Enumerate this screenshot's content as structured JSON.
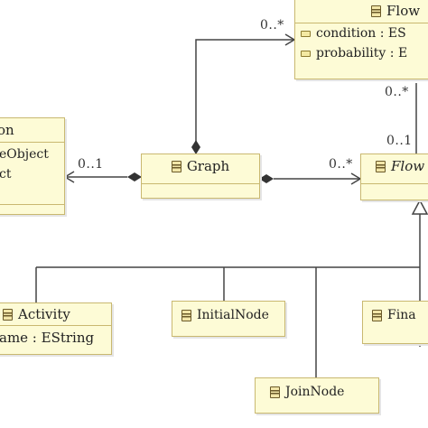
{
  "classes": {
    "flow": {
      "name": "Flow",
      "attrs": [
        "condition : ES",
        "probability : E"
      ]
    },
    "left_class": {
      "name": "on",
      "lines": [
        "eObject",
        "ct"
      ]
    },
    "graph": {
      "name": "Graph"
    },
    "flownode": {
      "name": "Flow"
    },
    "activity": {
      "name": "Activity",
      "attrs": [
        "ame : EString"
      ]
    },
    "initialnode": {
      "name": "InitialNode"
    },
    "finalnode": {
      "name": "Fina"
    },
    "joinnode": {
      "name": "JoinNode"
    }
  },
  "multiplicities": {
    "graph_flow_top": "0..*",
    "graph_left": "0..1",
    "graph_flownode": "0..*",
    "flow_flownode_upper": "0..*",
    "flow_flownode_lower": "0..1"
  },
  "colors": {
    "class_fill": "#fdfbd6",
    "class_border": "#c9b870",
    "line": "#444444"
  }
}
